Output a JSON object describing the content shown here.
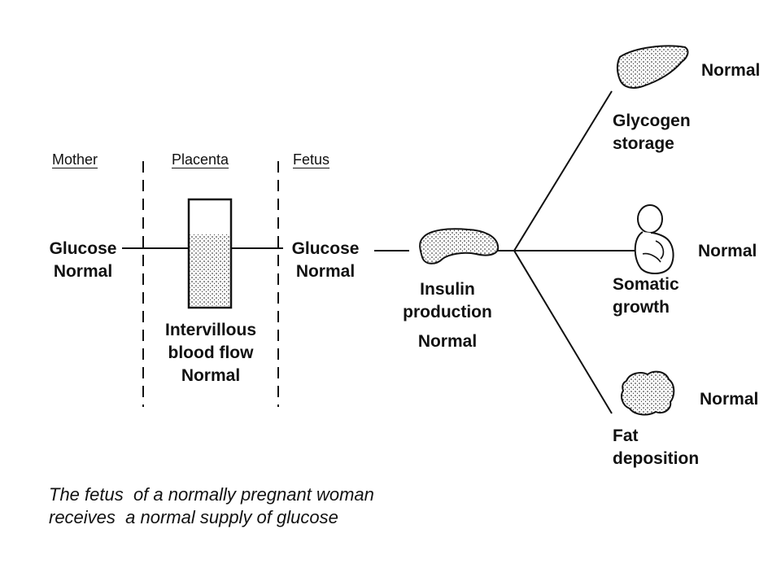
{
  "columns": {
    "mother": "Mother",
    "placenta": "Placenta",
    "fetus": "Fetus"
  },
  "mother": {
    "line1": "Glucose",
    "line2": "Normal"
  },
  "placenta": {
    "line1": "Intervillous",
    "line2": "blood flow",
    "line3": "Normal"
  },
  "fetus": {
    "line1": "Glucose",
    "line2": "Normal"
  },
  "pancreas": {
    "line1": "Insulin",
    "line2": "production",
    "line3": "Normal"
  },
  "outcomes": {
    "glycogen": {
      "line1": "Glycogen",
      "line2": "storage",
      "status": "Normal"
    },
    "somatic": {
      "line1": "Somatic",
      "line2": "growth",
      "status": "Normal"
    },
    "fat": {
      "line1": "Fat",
      "line2": "deposition",
      "status": "Normal"
    }
  },
  "caption": {
    "line1": "The fetus  of a normally pregnant woman",
    "line2": "receives  a normal supply of glucose"
  },
  "colors": {
    "ink": "#111111",
    "background": "#ffffff"
  },
  "icons": [
    "liver-icon",
    "fetus-icon",
    "pancreas-icon",
    "fat-cell-icon",
    "placenta-blood-column"
  ]
}
